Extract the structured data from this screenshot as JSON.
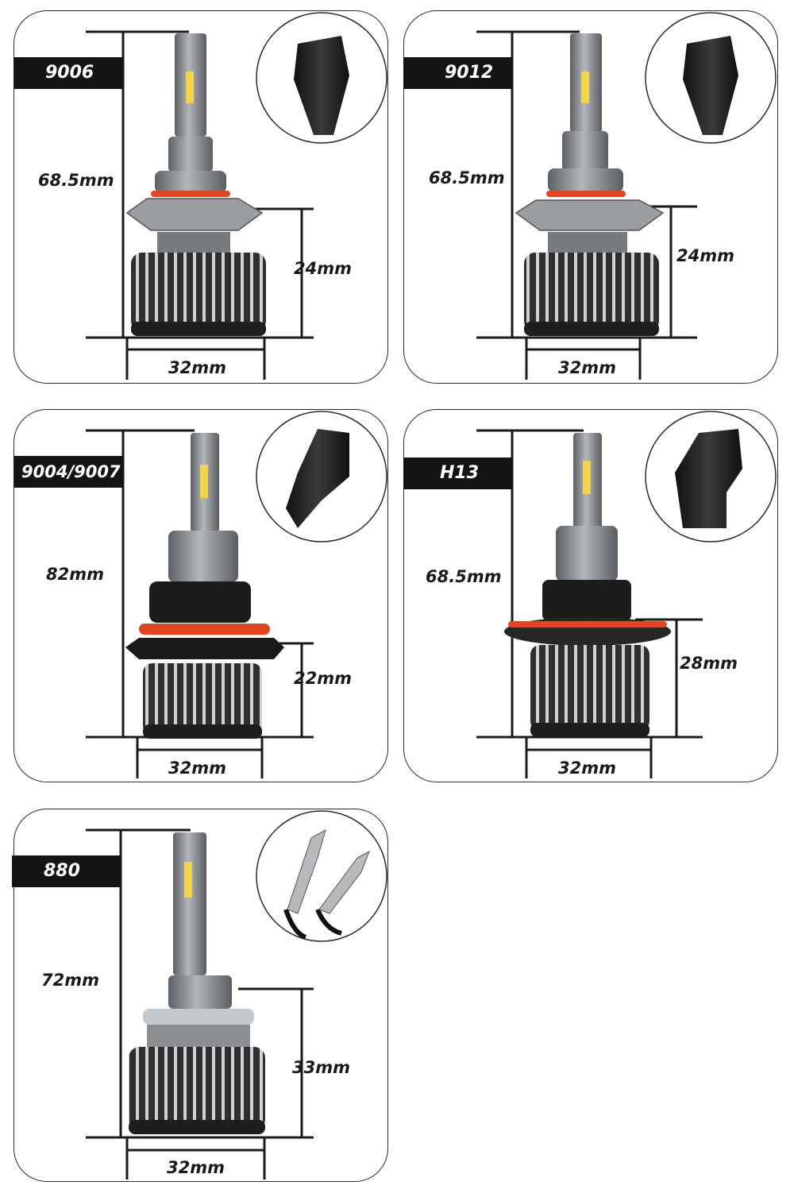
{
  "products": [
    {
      "model": "9006",
      "height": "68.5mm",
      "base_height": "24mm",
      "width": "32mm",
      "connector_icon": "black-plug-connector-icon"
    },
    {
      "model": "9012",
      "height": "68.5mm",
      "base_height": "24mm",
      "width": "32mm",
      "connector_icon": "black-plug-connector-icon"
    },
    {
      "model": "9004/9007",
      "height": "82mm",
      "base_height": "22mm",
      "width": "32mm",
      "connector_icon": "black-plug-connector-icon"
    },
    {
      "model": "H13",
      "height": "68.5mm",
      "base_height": "28mm",
      "width": "32mm",
      "connector_icon": "black-plug-connector-icon"
    },
    {
      "model": "880",
      "height": "72mm",
      "base_height": "33mm",
      "width": "32mm",
      "connector_icon": "wire-pin-connector-icon"
    }
  ],
  "colors": {
    "border": "#2a2a2a",
    "tab": "#141414",
    "bulb_body": "#8a8d91",
    "led_chip": "#f2d34a",
    "seal_ring": "#e2451f",
    "heatsink": "#3a3a3a"
  }
}
